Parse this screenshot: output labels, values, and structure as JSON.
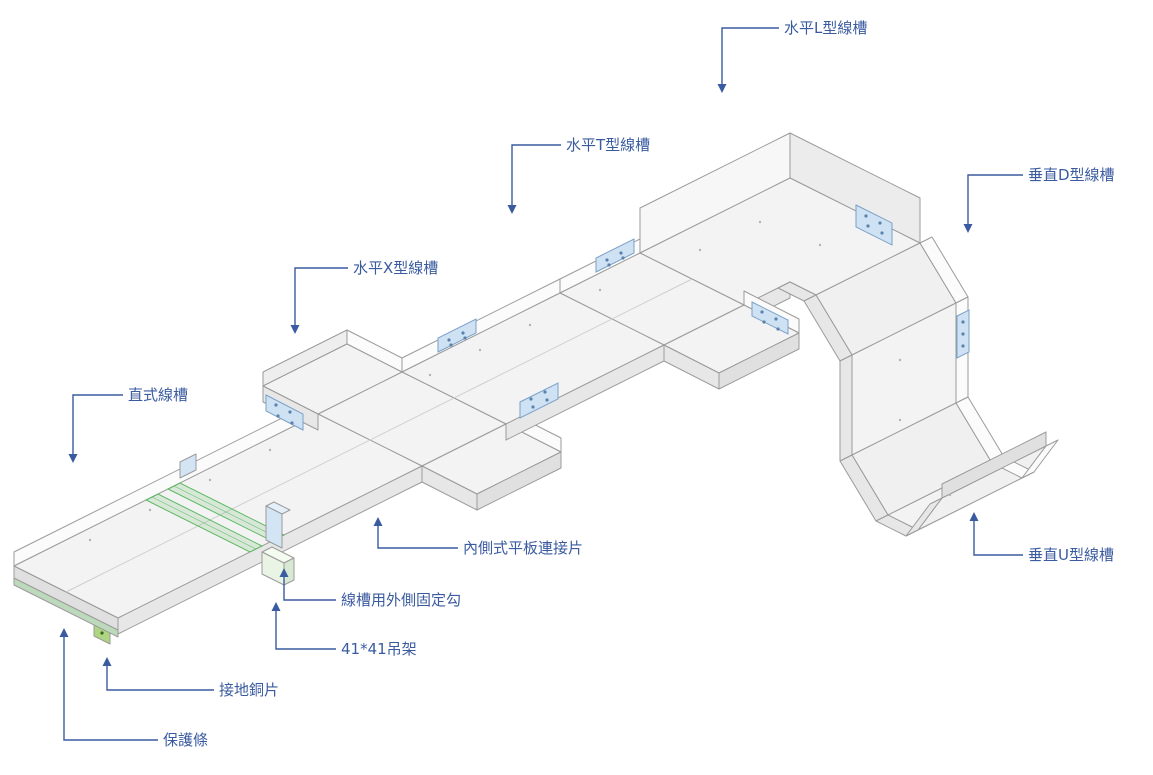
{
  "callouts": [
    {
      "id": "horizontal-l-tray",
      "label": "水平L型線槽"
    },
    {
      "id": "horizontal-t-tray",
      "label": "水平T型線槽"
    },
    {
      "id": "vertical-d-tray",
      "label": "垂直D型線槽"
    },
    {
      "id": "horizontal-x-tray",
      "label": "水平X型線槽"
    },
    {
      "id": "straight-tray",
      "label": "直式線槽"
    },
    {
      "id": "inner-flat-connector",
      "label": "內側式平板連接片"
    },
    {
      "id": "outer-fixing-hook",
      "label": "線槽用外側固定勾"
    },
    {
      "id": "hanger-41x41",
      "label": "41*41吊架"
    },
    {
      "id": "grounding-copper",
      "label": "接地銅片"
    },
    {
      "id": "protection-strip",
      "label": "保護條"
    },
    {
      "id": "vertical-u-tray",
      "label": "垂直U型線槽"
    }
  ],
  "colors": {
    "label": "#3A5BA0",
    "line": "#9B9B9B",
    "plate": "#CFE2F4",
    "plate_border": "#7AA0C8",
    "green": "#5CB860",
    "background": "#FFFFFF"
  }
}
